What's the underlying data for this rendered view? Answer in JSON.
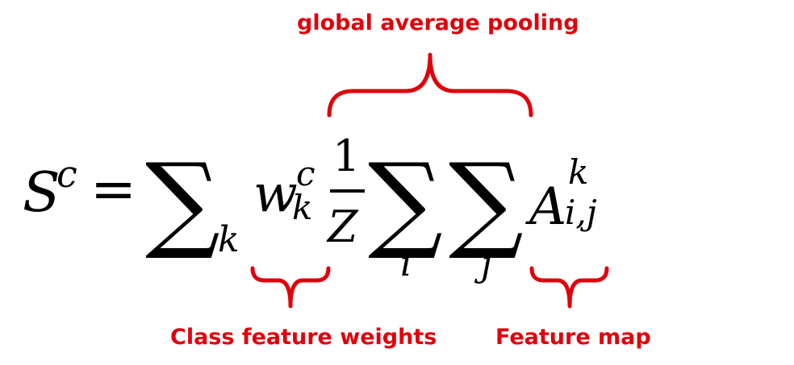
{
  "labels": {
    "top": "global average pooling",
    "bottom_left": "Class feature weights",
    "bottom_right": "Feature map"
  },
  "equation": {
    "lhs_symbol": "S",
    "lhs_superscript": "c",
    "equals": "=",
    "sum_symbol": "∑",
    "sum_index_k": "k",
    "weight_symbol": "w",
    "weight_superscript": "c",
    "weight_subscript": "k",
    "fraction_numerator": "1",
    "fraction_denominator": "Z",
    "sum_index_i": "i",
    "sum_index_j": "j",
    "feature_symbol": "A",
    "feature_superscript": "k",
    "feature_subscript": "i,j"
  },
  "colors": {
    "annotation": "#e0000b",
    "math": "#000000"
  }
}
